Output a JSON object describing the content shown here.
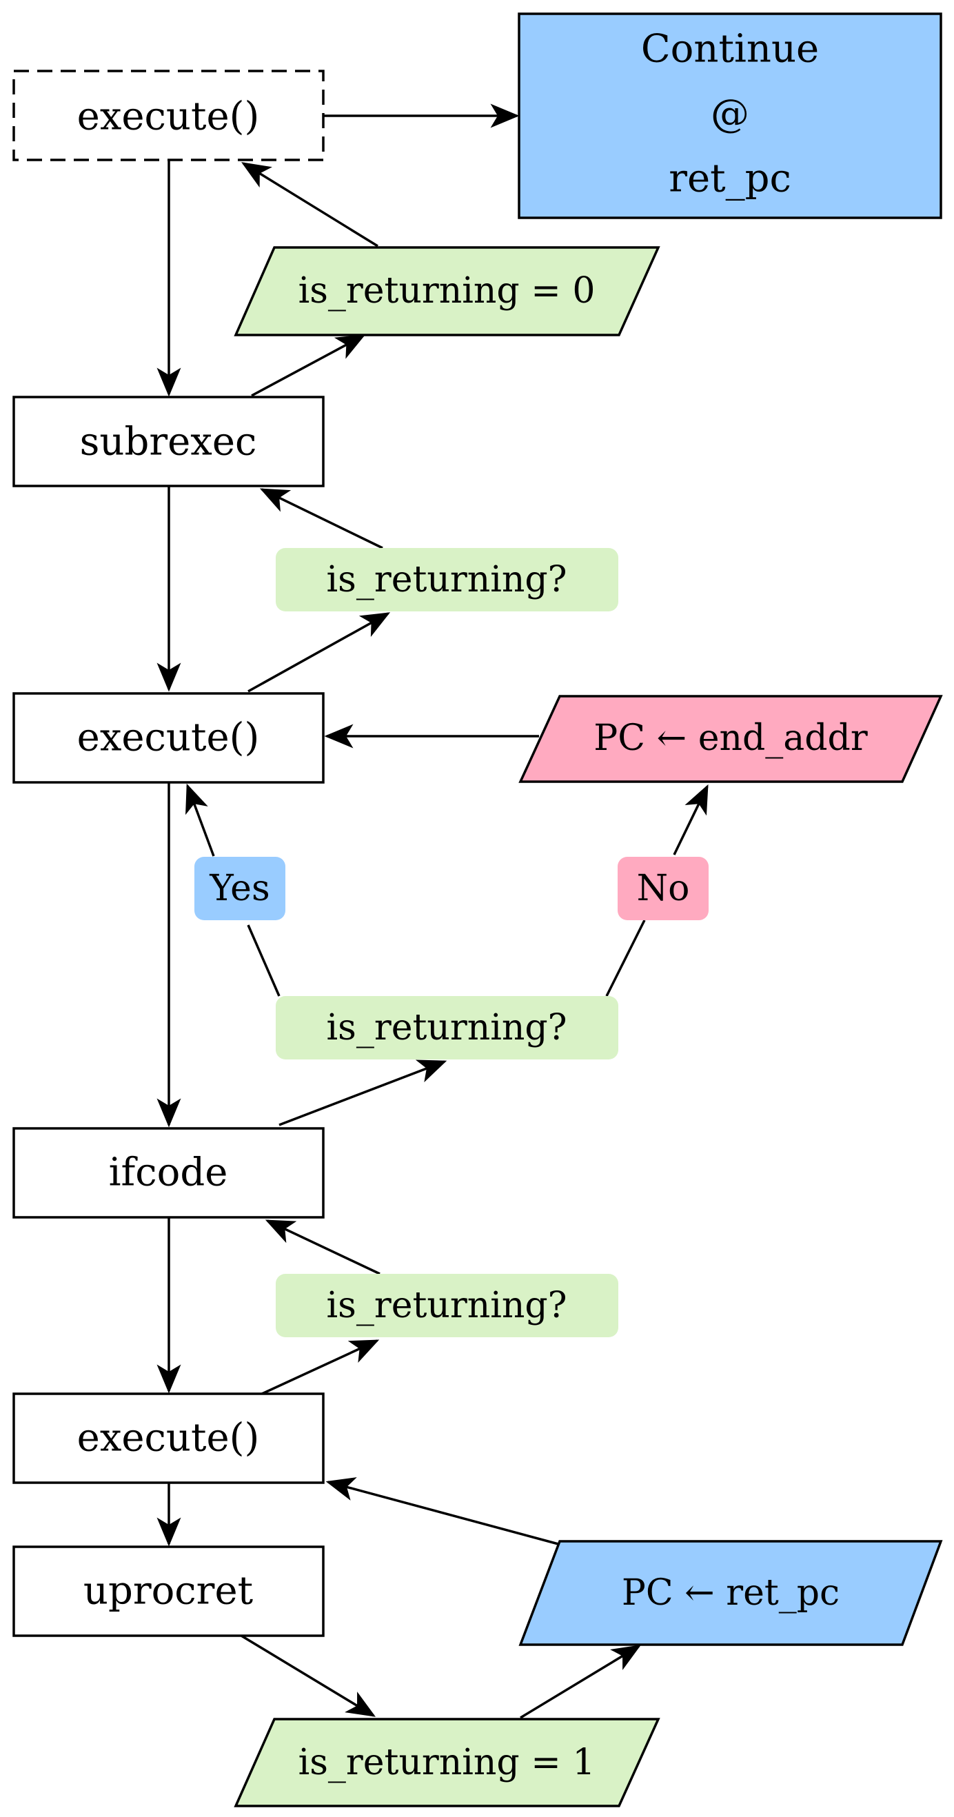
{
  "colors": {
    "blue": "#99CCFF",
    "green": "#D9F2C6",
    "pink": "#FFAAC0",
    "white": "#FFFFFF",
    "stroke": "#000000"
  },
  "nodes": {
    "execute_top": "execute()",
    "continue_line1": "Continue",
    "continue_line2": "@",
    "continue_line3": "ret_pc",
    "is_returning_set0": "is_returning = 0",
    "subrexec": "subrexec",
    "is_returning_check1": "is_returning?",
    "execute_2": "execute()",
    "pc_end_addr": "PC ← end_addr",
    "yes_label": "Yes",
    "no_label": "No",
    "is_returning_check2": "is_returning?",
    "ifcode": "ifcode",
    "is_returning_check3": "is_returning?",
    "execute_3": "execute()",
    "uprocret": "uprocret",
    "pc_ret_pc": "PC ← ret_pc",
    "is_returning_set1": "is_returning = 1"
  }
}
